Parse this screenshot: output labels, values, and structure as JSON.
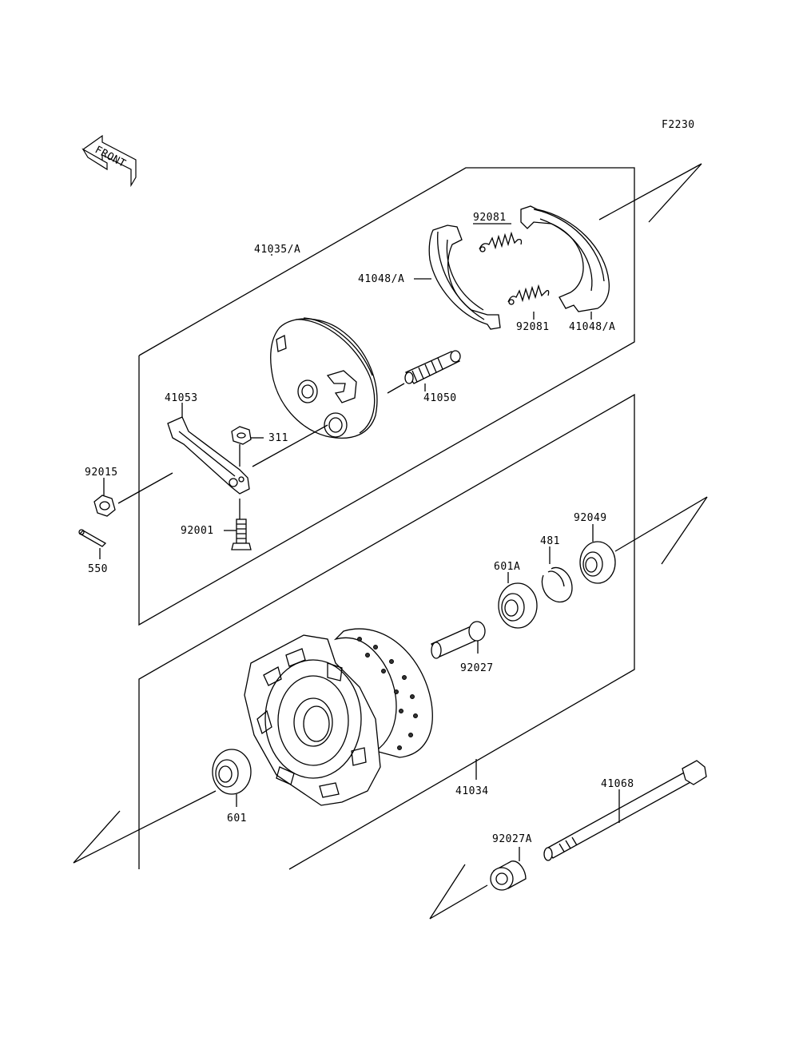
{
  "drawing_code": "F2230",
  "front_label": "FRONT",
  "labels": {
    "p41035A": "41035/A",
    "p92081_top": "92081",
    "p41048A_left": "41048/A",
    "p92081_bottom": "92081",
    "p41048A_right": "41048/A",
    "p41050": "41050",
    "p41053": "41053",
    "p311": "311",
    "p92015": "92015",
    "p92001": "92001",
    "p550": "550",
    "p92049": "92049",
    "p481": "481",
    "p601A": "601A",
    "p92027": "92027",
    "p41034": "41034",
    "p601": "601",
    "p41068": "41068",
    "p92027A": "92027A"
  }
}
